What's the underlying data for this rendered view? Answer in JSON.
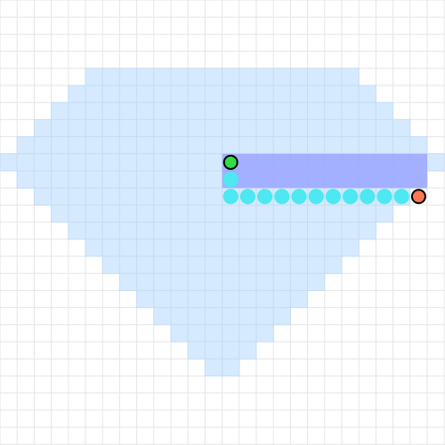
{
  "puzzle": {
    "grid_cols": 26,
    "grid_rows": 26,
    "colors": {
      "background": "#ffffff",
      "grid_line": "#e6e6e6",
      "region_fill": "#d6eaff",
      "region_line": "#c6dcf3",
      "highlight_fill": "#9aa6ff",
      "path_dot": "#4de8f2",
      "start_marker": "#33dd44",
      "end_marker": "#ff7755",
      "marker_stroke": "#000000"
    },
    "region_rows": [
      {
        "row": 4,
        "col_start": 5,
        "col_end": 21
      },
      {
        "row": 5,
        "col_start": 4,
        "col_end": 22
      },
      {
        "row": 6,
        "col_start": 3,
        "col_end": 23
      },
      {
        "row": 7,
        "col_start": 2,
        "col_end": 24
      },
      {
        "row": 8,
        "col_start": 1,
        "col_end": 25
      },
      {
        "row": 9,
        "col_start": 0,
        "col_end": 26
      },
      {
        "row": 10,
        "col_start": 1,
        "col_end": 25
      },
      {
        "row": 11,
        "col_start": 2,
        "col_end": 24
      },
      {
        "row": 12,
        "col_start": 3,
        "col_end": 23
      },
      {
        "row": 13,
        "col_start": 4,
        "col_end": 22
      },
      {
        "row": 14,
        "col_start": 5,
        "col_end": 21
      },
      {
        "row": 15,
        "col_start": 6,
        "col_end": 20
      },
      {
        "row": 16,
        "col_start": 7,
        "col_end": 19
      },
      {
        "row": 17,
        "col_start": 8,
        "col_end": 18
      },
      {
        "row": 18,
        "col_start": 9,
        "col_end": 17
      },
      {
        "row": 19,
        "col_start": 10,
        "col_end": 16
      },
      {
        "row": 20,
        "col_start": 11,
        "col_end": 15
      },
      {
        "row": 21,
        "col_start": 12,
        "col_end": 14
      }
    ],
    "highlight_rect": {
      "col_start": 13,
      "row_start": 9,
      "col_end": 25,
      "row_end": 11
    },
    "path_cells": [
      [
        13,
        10
      ],
      [
        13,
        11
      ],
      [
        14,
        11
      ],
      [
        15,
        11
      ],
      [
        16,
        11
      ],
      [
        17,
        11
      ],
      [
        18,
        11
      ],
      [
        19,
        11
      ],
      [
        20,
        11
      ],
      [
        21,
        11
      ],
      [
        22,
        11
      ],
      [
        23,
        11
      ]
    ],
    "start": {
      "col": 13,
      "row": 9
    },
    "end": {
      "col": 24,
      "row": 11
    }
  }
}
